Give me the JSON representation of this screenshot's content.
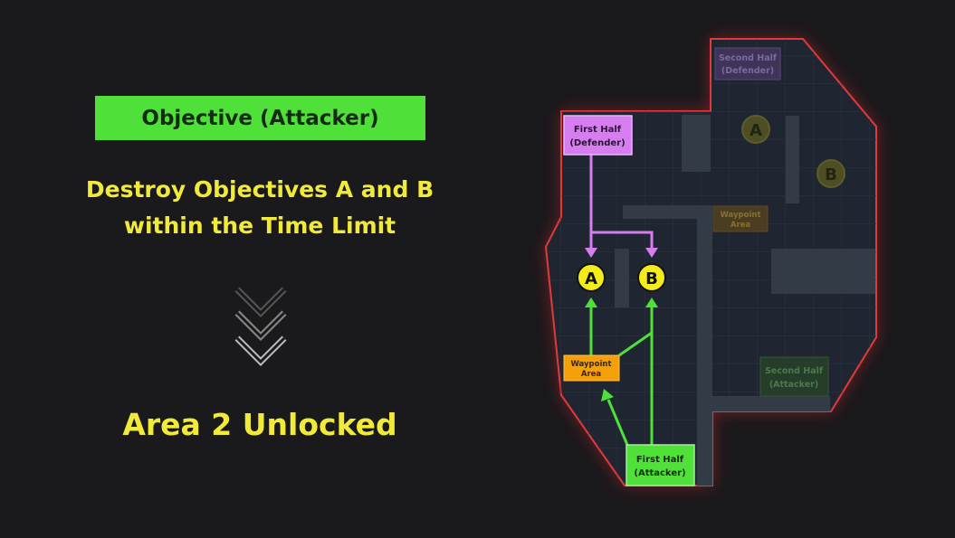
{
  "left_panel": {
    "badge": "Objective (Attacker)",
    "line1": "Destroy Objectives A and B",
    "line2": "within the Time Limit",
    "result": "Area 2 Unlocked"
  },
  "map": {
    "objective_a": "A",
    "objective_b": "B",
    "first_half_defender": [
      "First Half",
      "(Defender)"
    ],
    "second_half_defender": [
      "Second Half",
      "(Defender)"
    ],
    "first_half_attacker": [
      "First Half",
      "(Attacker)"
    ],
    "second_half_attacker": [
      "Second Half",
      "(Attacker)"
    ],
    "waypoint": [
      "Waypoint",
      "Area"
    ],
    "waypoint_dim": [
      "Waypoint",
      "Area"
    ]
  },
  "colors": {
    "attacker": "#4fe03a",
    "defender": "#d67ef0",
    "objective": "#f4ec1a",
    "waypoint": "#f59e0b",
    "boundary": "#e03a3a"
  }
}
